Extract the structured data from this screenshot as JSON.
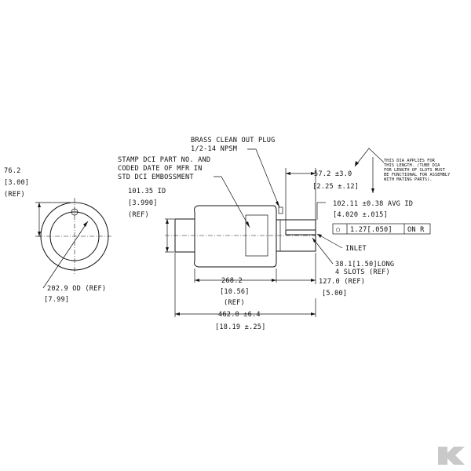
{
  "end_view": {
    "height_mm": "76.2",
    "height_in": "[3.00]",
    "height_ref": "(REF)",
    "od_label": "202.9 OD (REF)",
    "od_in": "[7.99]"
  },
  "side_view": {
    "id_mm": "101.35 ID",
    "id_in": "[3.990]",
    "id_ref": "(REF)",
    "stamp_note": [
      "STAMP DCI PART NO. AND",
      "CODED DATE OF MFR IN",
      "STD DCI EMBOSSMENT"
    ],
    "plug_note": [
      "BRASS CLEAN OUT PLUG",
      "1/2-14 NPSM"
    ],
    "dim_57": "57.2 ±3.0",
    "dim_57_in": "[2.25 ±.12]",
    "dia_note": [
      "THIS DIA APPLIES FOR",
      "THIS LENGTH. (TUBE DIA",
      "FOR LENGTH OF SLOTS MUST",
      "BE FUNCTIONAL FOR ASSEMBLY",
      "WITH MATING PARTS)."
    ],
    "avg_id": "102.11 ±0.38 AVG ID",
    "avg_id_in": "[4.020 ±.015]",
    "fcf_symbol": "○",
    "fcf_tol": "1.27[.050]",
    "fcf_mod": "ON R",
    "inlet": "INLET",
    "slots": "38.1[1.50]LONG",
    "slots_2": "4 SLOTS (REF)",
    "dim_268": "268.2",
    "dim_268_in": "[10.56]",
    "dim_268_ref": "(REF)",
    "dim_127": "127.0 (REF)",
    "dim_127_in": "[5.00]",
    "dim_462": "462.0 ±6.4",
    "dim_462_in": "[18.19 ±.25]"
  },
  "logo": {
    "letter": "K",
    "color": "#c9c9c9"
  }
}
